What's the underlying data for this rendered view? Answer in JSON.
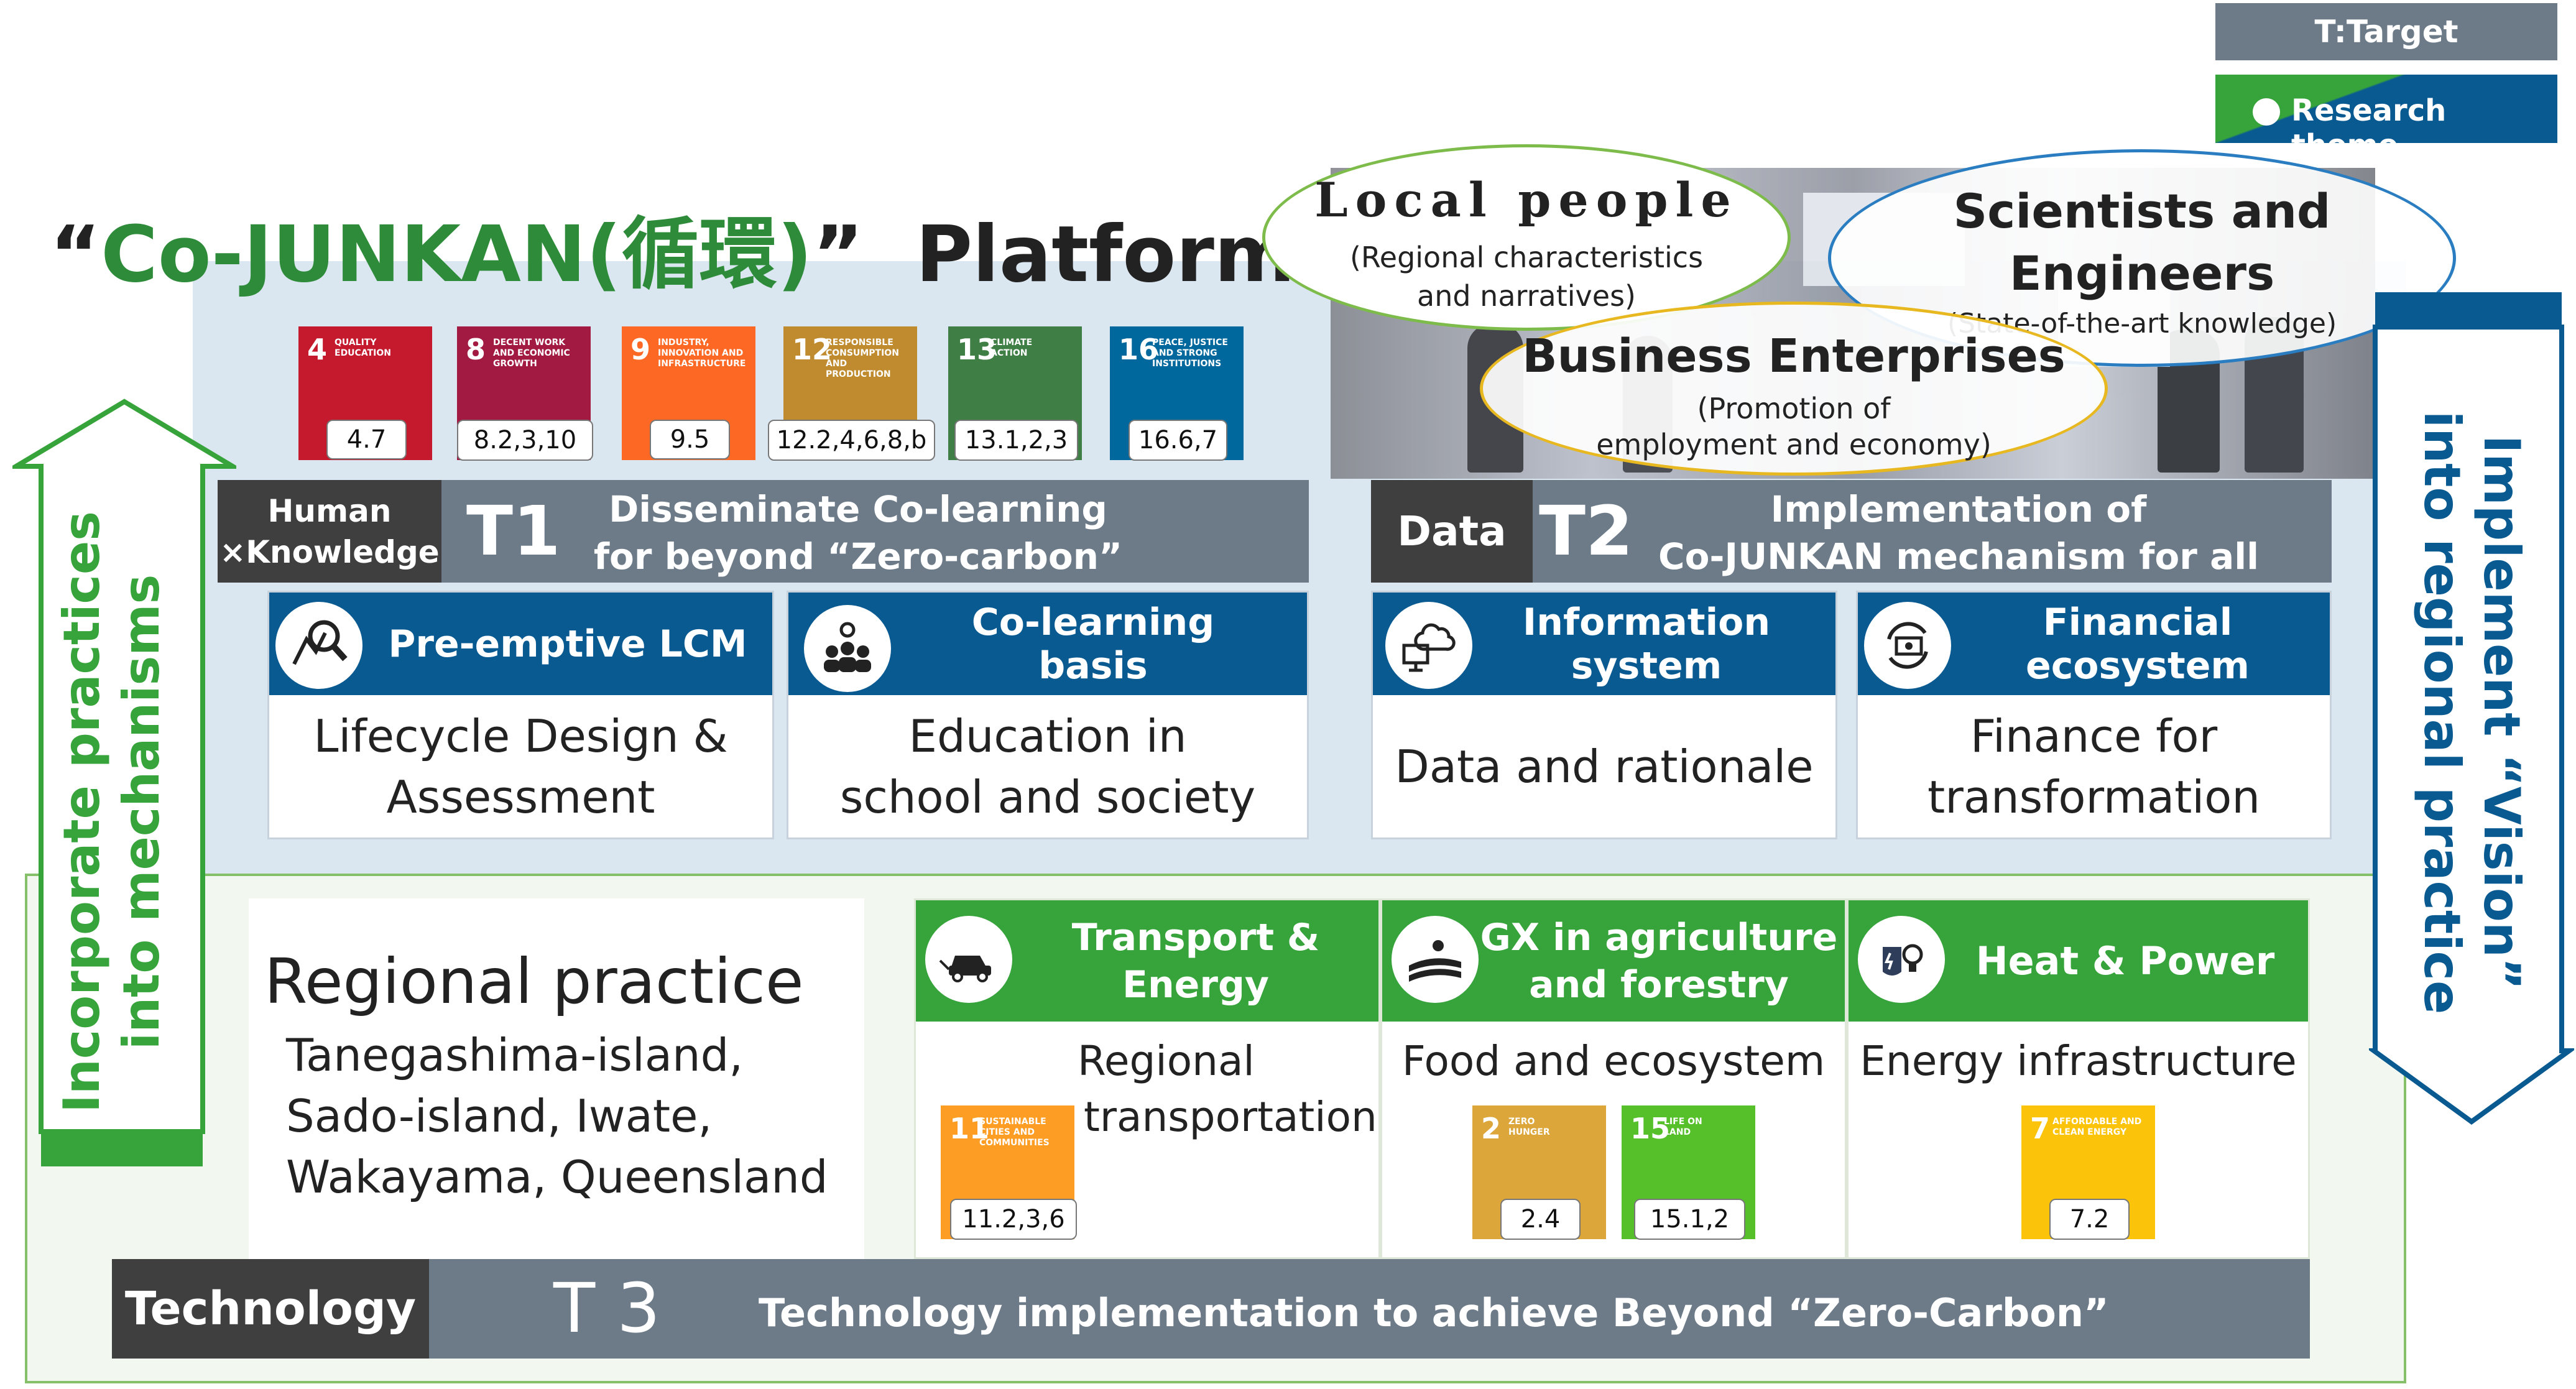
{
  "legend": {
    "target_label": "T:Target",
    "theme_label": "Research theme"
  },
  "platform_title": {
    "quote_open": "“",
    "name": "Co-JUNKAN(循環)",
    "quote_close": "”",
    "word": "Platform"
  },
  "stakeholders": {
    "local_title": "Local people",
    "local_sub1": "(Regional characteristics",
    "local_sub2": "and narratives)",
    "scientists_title1": "Scientists and",
    "scientists_title2": "Engineers",
    "scientists_sub": "(State-of-the-art knowledge)",
    "business_title": "Business Enterprises",
    "business_sub1": "(Promotion of",
    "business_sub2": "employment and economy)"
  },
  "sdgs_top": [
    {
      "num": "4",
      "text": "QUALITY EDUCATION",
      "label": "4.7",
      "color": "#c5192d"
    },
    {
      "num": "8",
      "text": "DECENT WORK AND ECONOMIC GROWTH",
      "label": "8.2,3,10",
      "color": "#a21942"
    },
    {
      "num": "9",
      "text": "INDUSTRY, INNOVATION AND INFRASTRUCTURE",
      "label": "9.5",
      "color": "#fd6925"
    },
    {
      "num": "12",
      "text": "RESPONSIBLE CONSUMPTION AND PRODUCTION",
      "label": "12.2,4,6,8,b",
      "color": "#bf8b2e"
    },
    {
      "num": "13",
      "text": "CLIMATE ACTION",
      "label": "13.1,2,3",
      "color": "#3f7e44"
    },
    {
      "num": "16",
      "text": "PEACE, JUSTICE AND STRONG INSTITUTIONS",
      "label": "16.6,7",
      "color": "#00689d"
    }
  ],
  "t1": {
    "tag1": "Human",
    "tag2": "×Knowledge",
    "code": "T1",
    "title1": "Disseminate Co-learning",
    "title2": "for beyond “Zero-carbon”"
  },
  "t2": {
    "tag": "Data",
    "code": "T2",
    "title1": "Implementation of",
    "title2": "Co-JUNKAN mechanism for all"
  },
  "themes": [
    {
      "head1": "Pre-emptive LCM",
      "head2": "",
      "body1": "Lifecycle Design &",
      "body2": "Assessment",
      "icon": "magnifier-chart-icon"
    },
    {
      "head1": "Co-learning",
      "head2": "basis",
      "body1": "Education in",
      "body2": "school and society",
      "icon": "people-lightbulb-icon"
    },
    {
      "head1": "Information",
      "head2": "system",
      "body1": "Data and rationale",
      "body2": "",
      "icon": "cloud-computer-icon"
    },
    {
      "head1": "Financial",
      "head2": "ecosystem",
      "body1": "Finance for",
      "body2": "transformation",
      "icon": "money-cycle-icon"
    }
  ],
  "arrows": {
    "left1": "Incorporate practices",
    "left2": "into mechanisms",
    "right1": "Implement “Vision”",
    "right2": "into regional practice",
    "left_color": "#36a33b",
    "right_color": "#0a5a92"
  },
  "regional": {
    "title": "Regional practice",
    "line1": "Tanegashima-island,",
    "line2": "Sado-island, Iwate,",
    "line3": "Wakayama, Queensland"
  },
  "practices": [
    {
      "head1": "Transport &",
      "head2": "Energy",
      "body1": "Regional",
      "body2": "transportation",
      "icon": "car-plug-icon"
    },
    {
      "head1": "GX in agriculture",
      "head2": "and forestry",
      "body1": "Food and ecosystem",
      "body2": "",
      "icon": "field-sun-icon"
    },
    {
      "head1": "Heat & Power",
      "head2": "",
      "body1": "Energy infrastructure",
      "body2": "",
      "icon": "heat-bulb-icon"
    }
  ],
  "sdgs_bottom": [
    {
      "num": "11",
      "text": "SUSTAINABLE CITIES AND COMMUNITIES",
      "label": "11.2,3,6",
      "color": "#fd9d24"
    },
    {
      "num": "2",
      "text": "ZERO HUNGER",
      "label": "2.4",
      "color": "#dda63a"
    },
    {
      "num": "15",
      "text": "LIFE ON LAND",
      "label": "15.1,2",
      "color": "#56c02b"
    },
    {
      "num": "7",
      "text": "AFFORDABLE AND CLEAN ENERGY",
      "label": "7.2",
      "color": "#fcc30b"
    }
  ],
  "t3": {
    "tag": "Technology",
    "code": "T 3",
    "title": "Technology implementation to achieve Beyond “Zero-Carbon”"
  }
}
